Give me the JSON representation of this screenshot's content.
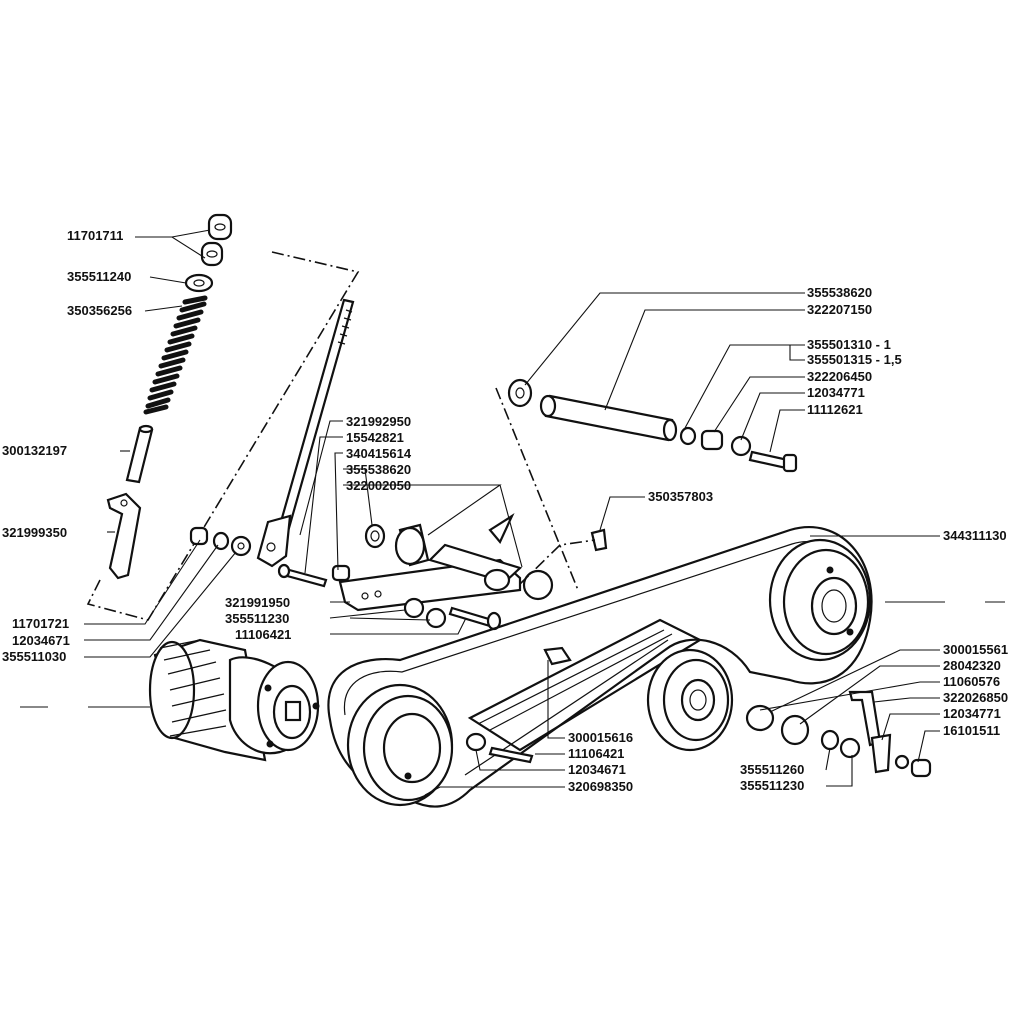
{
  "diagram": {
    "part_numbers": {
      "p11701711": "11701711",
      "p355511240": "355511240",
      "p350356256": "350356256",
      "p300132197": "300132197",
      "p321999350": "321999350",
      "p11701721": "11701721",
      "p12034671_a": "12034671",
      "p355511030": "355511030",
      "p321992950": "321992950",
      "p15542821": "15542821",
      "p340415614": "340415614",
      "p355538620_a": "355538620",
      "p322002050": "322002050",
      "p321991950": "321991950",
      "p355511230_a": "355511230",
      "p11106421_a": "11106421",
      "p355538620_b": "355538620",
      "p322207150": "322207150",
      "p355501310": "355501310 - 1",
      "p355501315": "355501315 - 1,5",
      "p322206450": "322206450",
      "p12034771_a": "12034771",
      "p11112621": "11112621",
      "p350357803": "350357803",
      "p344311130": "344311130",
      "p300015561": "300015561",
      "p28042320": "28042320",
      "p11060576": "11060576",
      "p322026850": "322026850",
      "p12034771_b": "12034771",
      "p16101511": "16101511",
      "p355511260": "355511260",
      "p355511230_b": "355511230",
      "p300015616": "300015616",
      "p11106421_b": "11106421",
      "p12034671_b": "12034671",
      "p320698350": "320698350"
    }
  }
}
